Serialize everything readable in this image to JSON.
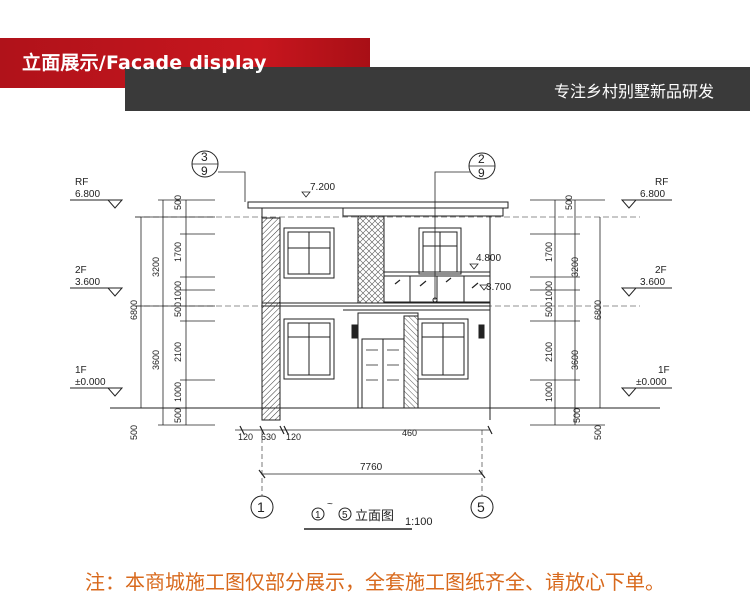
{
  "header": {
    "title": "立面展示/Facade display",
    "subtitle": "专注乡村别墅新品研发"
  },
  "drawing": {
    "axis_labels": {
      "top_left": "3/9",
      "top_right": "2/9",
      "bottom_left": "1",
      "bottom_right": "5"
    },
    "axis_tag_top_left": {
      "num": "3",
      "den": "9"
    },
    "axis_tag_top_right": {
      "num": "2",
      "den": "9"
    },
    "levels_left": [
      {
        "name": "RF",
        "value": "6.800"
      },
      {
        "name": "2F",
        "value": "3.600"
      },
      {
        "name": "1F",
        "value": "±0.000"
      }
    ],
    "levels_right": [
      {
        "name": "RF",
        "value": "6.800"
      },
      {
        "name": "2F",
        "value": "3.600"
      },
      {
        "name": "1F",
        "value": "±0.000"
      }
    ],
    "elevations": {
      "roof": "7.200",
      "balcony": "4.800",
      "canopy": "3.700"
    },
    "dims_vertical": {
      "parapet": "500",
      "upper_window_top": "1700",
      "upper_window": "1000",
      "floor_gap": "500",
      "lower_window_top": "2100",
      "lower_sill": "1000",
      "base": "500",
      "story2": "3200",
      "story1": "3600",
      "total": "6800"
    },
    "dims_horizontal": {
      "a": "120",
      "b": "630",
      "c": "120",
      "step": "460",
      "total": "7760"
    },
    "caption": {
      "from": "1",
      "tilde": "~",
      "to": "5",
      "text": "立面图",
      "scale": "1:100"
    }
  },
  "footer": {
    "note": "注：本商城施工图仅部分展示，全套施工图纸齐全、请放心下单。"
  },
  "colors": {
    "red": "#c8161e",
    "dark": "#3a3a3a",
    "note": "#d8691c"
  }
}
